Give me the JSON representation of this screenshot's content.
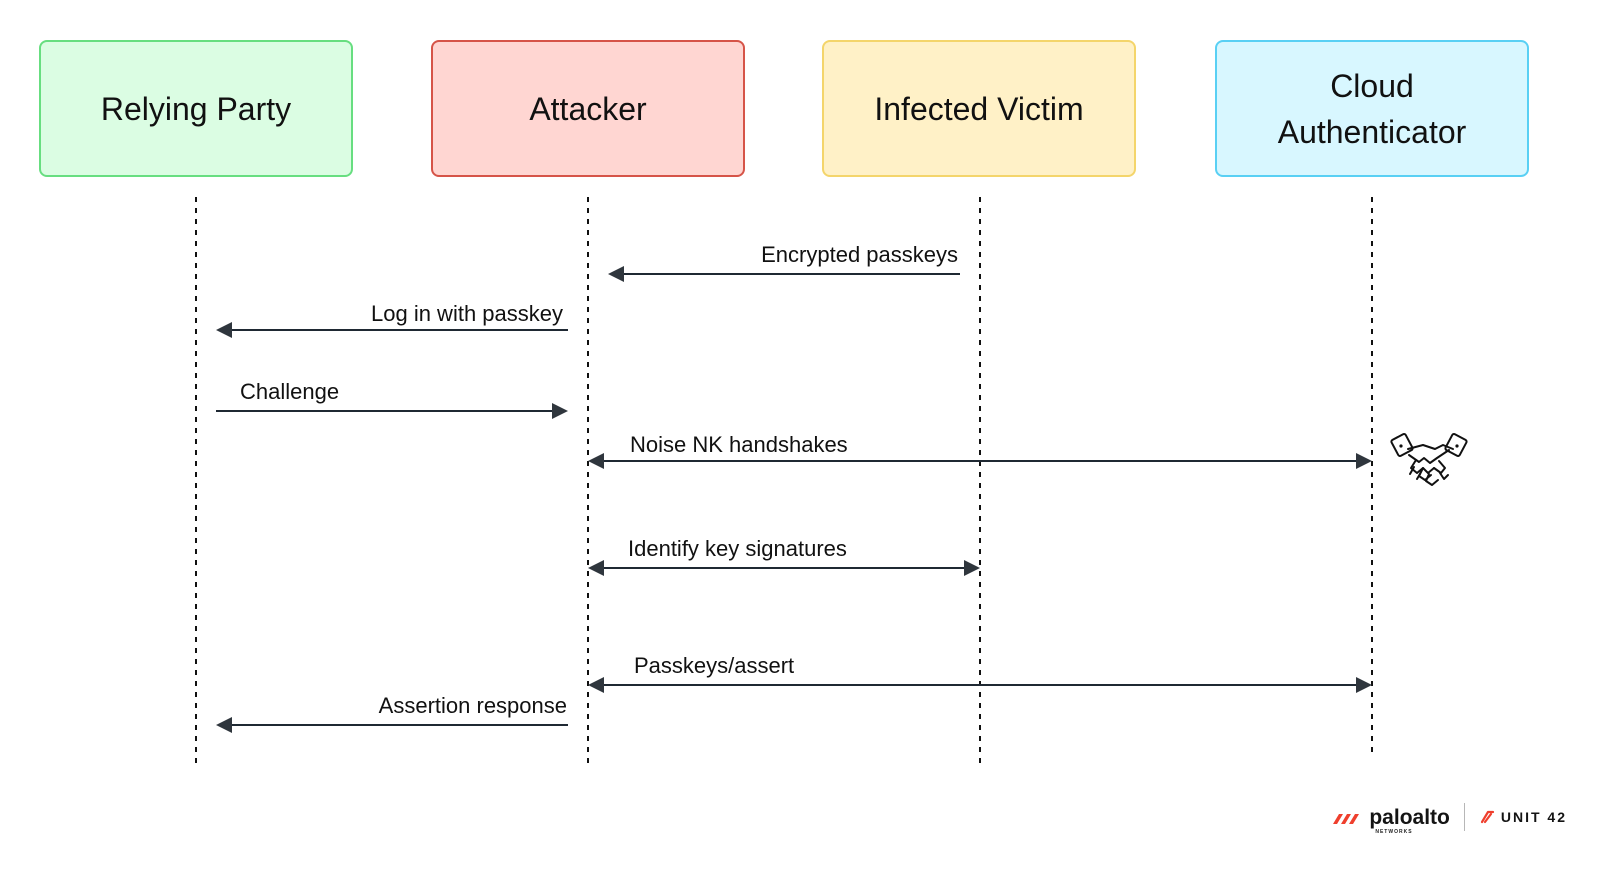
{
  "actors": [
    {
      "id": "relying-party",
      "label": "Relying Party",
      "fill": "#dbfde3",
      "stroke": "#67de80"
    },
    {
      "id": "attacker",
      "label": "Attacker",
      "fill": "#ffd6d2",
      "stroke": "#d65448"
    },
    {
      "id": "infected-victim",
      "label": "Infected Victim",
      "fill": "#fff1c7",
      "stroke": "#f4d56b"
    },
    {
      "id": "cloud-authenticator",
      "label": "Cloud\nAuthenticator",
      "fill": "#d8f7ff",
      "stroke": "#59d0f4"
    }
  ],
  "messages": [
    {
      "label": "Encrypted passkeys",
      "from": "infected-victim",
      "to": "attacker",
      "direction": "left"
    },
    {
      "label": "Log in with passkey",
      "from": "attacker",
      "to": "relying-party",
      "direction": "left"
    },
    {
      "label": "Challenge",
      "from": "relying-party",
      "to": "attacker",
      "direction": "right"
    },
    {
      "label": "Noise NK handshakes",
      "from": "attacker",
      "to": "cloud-authenticator",
      "direction": "both"
    },
    {
      "label": "Identify key signatures",
      "from": "attacker",
      "to": "infected-victim",
      "direction": "both"
    },
    {
      "label": "Passkeys/assert",
      "from": "attacker",
      "to": "cloud-authenticator",
      "direction": "both"
    },
    {
      "label": "Assertion response",
      "from": "attacker",
      "to": "relying-party",
      "direction": "left"
    }
  ],
  "icons": {
    "handshake": "handshake-icon",
    "paloalto_logo": "paloalto-logo-icon",
    "unit42_logo": "unit42-logo-icon"
  },
  "branding": {
    "paloalto": "paloalto",
    "networks": "NETWORKS",
    "unit42": "UNIT 42"
  }
}
